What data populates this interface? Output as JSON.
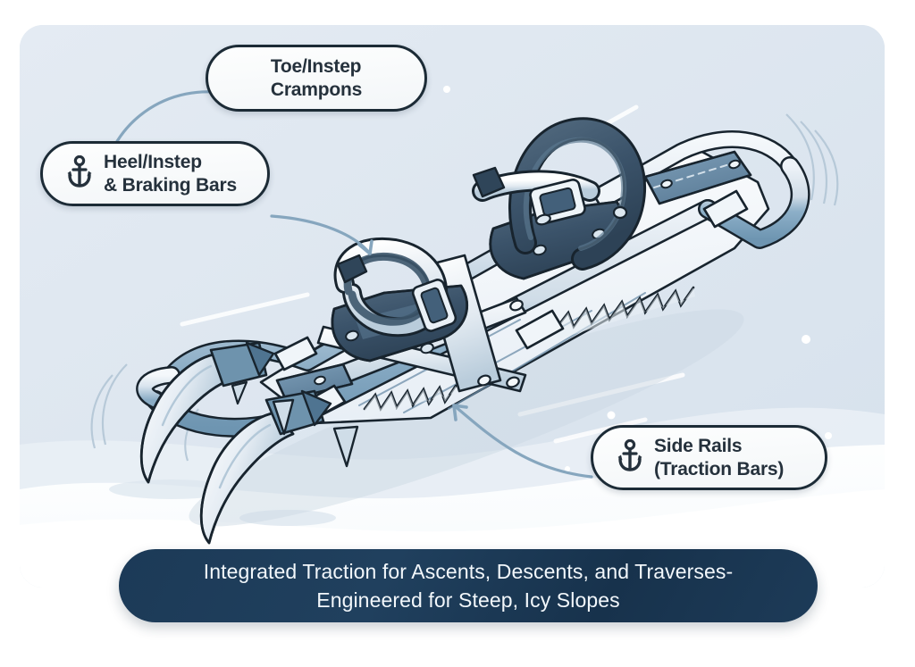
{
  "panel": {
    "background_color": "#dfe7ef",
    "snow_color": "#ffffff",
    "accent_color": "#1c3a57",
    "metal_light": "#dbe4ec",
    "metal_mid": "#8fb0c8",
    "metal_dark": "#3c5467",
    "strap_dark": "#39526a",
    "outline_color": "#18242e"
  },
  "labels": [
    {
      "id": "toe-instep-crampons",
      "text": "Toe/Instep\nCrampons",
      "icon": null,
      "has_icon": false
    },
    {
      "id": "heel-instep-braking-bars",
      "text": "Heel/Instep\n& Braking Bars",
      "icon": "anchor-icon",
      "has_icon": true
    },
    {
      "id": "side-rails-traction-bars",
      "text": "Side Rails\n(Traction Bars)",
      "icon": "anchor-icon",
      "has_icon": true
    }
  ],
  "connectors": [
    {
      "id": "toe-connector",
      "from": "heel-pill-top",
      "to": "toe-pill-left",
      "style": "curved-arrow"
    },
    {
      "id": "heel-connector",
      "from": "heel-pill-right",
      "to": "front-binding",
      "style": "curved-arrow"
    },
    {
      "id": "side-rail-connector",
      "from": "side-rails-pill-left",
      "to": "frame-rail",
      "style": "curved-arrow"
    }
  ],
  "caption": {
    "text": "Integrated Traction for Ascents, Descents, and Traverses-\nEngineered for Steep, Icy Slopes"
  },
  "illustration": {
    "subject": "mountaineering-snowshoe",
    "view": "three-quarter-perspective",
    "parts": [
      "oval-tubular-frame",
      "decking-panel",
      "front-binding-strap",
      "rear-binding-strap",
      "buckle",
      "heel-strap",
      "toe-crampon-claws",
      "side-rail-serrated-teeth",
      "crossbar-lattice",
      "heel-plate"
    ]
  }
}
